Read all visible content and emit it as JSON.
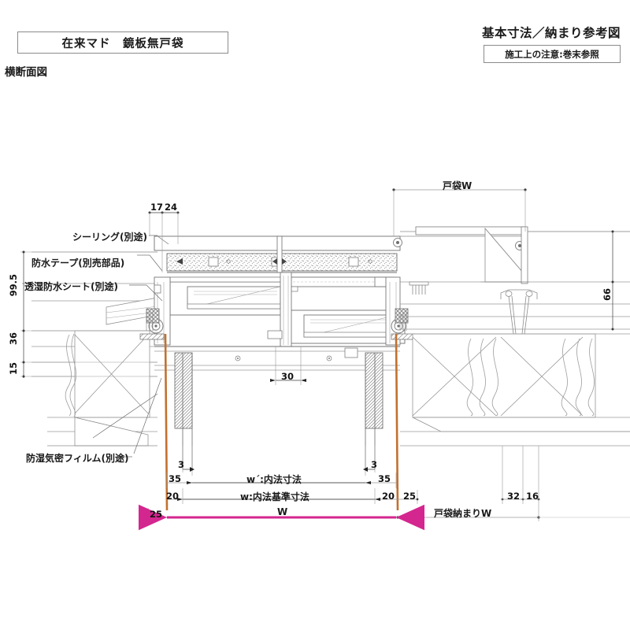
{
  "header": {
    "title_box": "在来マド　鏡板無戸袋",
    "view_label": "横断面図",
    "right_title": "基本寸法／納まり参考図",
    "note_box": "施工上の注意:巻末参照"
  },
  "annotations": [
    {
      "id": "sealing",
      "label": "シーリング(別途)"
    },
    {
      "id": "waterproof-tape",
      "label": "防水テープ(別売部品)"
    },
    {
      "id": "vapor-sheet",
      "label": "透湿防水シート(別途)"
    },
    {
      "id": "airtight-film",
      "label": "防湿気密フィルム(別途)"
    }
  ],
  "dimensions": {
    "vertical_left": [
      {
        "id": "d-99-5",
        "value": "99.5"
      },
      {
        "id": "d-36",
        "value": "36"
      },
      {
        "id": "d-15",
        "value": "15"
      }
    ],
    "vertical_right": [
      {
        "id": "d-66",
        "value": "66"
      }
    ],
    "top": [
      {
        "id": "d-17",
        "value": "17"
      },
      {
        "id": "d-24",
        "value": "24"
      }
    ],
    "center": [
      {
        "id": "d-30",
        "value": "30"
      }
    ],
    "bottom": [
      {
        "id": "d-3-left",
        "value": "3"
      },
      {
        "id": "d-3-right",
        "value": "3"
      },
      {
        "id": "d-35-left",
        "value": "35"
      },
      {
        "id": "d-35-right",
        "value": "35"
      },
      {
        "id": "d-20-left",
        "value": "20"
      },
      {
        "id": "d-20-right",
        "value": "20"
      },
      {
        "id": "d-25-left",
        "value": "25"
      },
      {
        "id": "d-25-right",
        "value": "25"
      },
      {
        "id": "d-32",
        "value": "32"
      },
      {
        "id": "d-16",
        "value": "16"
      }
    ],
    "named": [
      {
        "id": "w-prime",
        "label": "w´:内法寸法"
      },
      {
        "id": "w-standard",
        "label": "w:内法基準寸法"
      },
      {
        "id": "w-overall",
        "label": "W"
      },
      {
        "id": "tobukuro-w",
        "label": "戸袋W"
      },
      {
        "id": "tobukuro-osamari-w",
        "label": "戸袋納まりW"
      }
    ]
  },
  "colors": {
    "line": "#8d8d8d",
    "line_dark": "#3c3c3c",
    "highlight_film": "#c2712f",
    "overall_dim": "#d4268f",
    "border": "#8b8b8b"
  }
}
